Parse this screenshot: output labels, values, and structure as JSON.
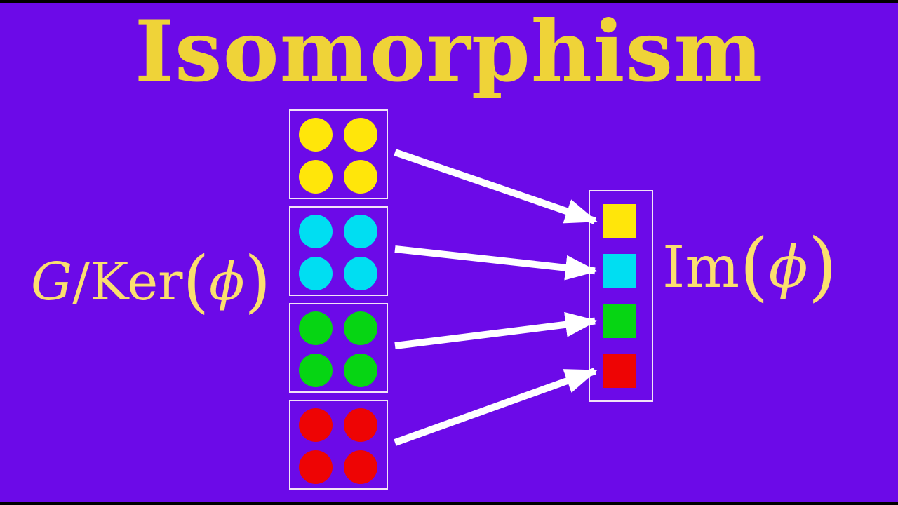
{
  "title": "Isomorphism",
  "left_label": {
    "numerator": "G",
    "slash": "/",
    "ker": "Ker",
    "open_paren": "(",
    "phi": "ϕ",
    "close_paren": ")"
  },
  "right_label": {
    "im": "Im",
    "open_paren": "(",
    "phi": "ϕ",
    "close_paren": ")"
  },
  "colors": {
    "background": "#6C0AE8",
    "frame_bar": "#000000",
    "title_text": "#EFD338",
    "label_text": "#FBDF6F",
    "box_border": "#F3E3F7",
    "arrow": "#FFFFFF"
  },
  "domain_cosets": [
    {
      "name": "coset-yellow",
      "color": "#FFE60A",
      "dots": 4
    },
    {
      "name": "coset-cyan",
      "color": "#00DEF2",
      "dots": 4
    },
    {
      "name": "coset-green",
      "color": "#06D513",
      "dots": 4
    },
    {
      "name": "coset-red",
      "color": "#EE0404",
      "dots": 4
    }
  ],
  "image_elements": [
    {
      "name": "image-yellow",
      "color": "#FFE60A"
    },
    {
      "name": "image-cyan",
      "color": "#00DEF2"
    },
    {
      "name": "image-green",
      "color": "#06D513"
    },
    {
      "name": "image-red",
      "color": "#EE0404"
    }
  ],
  "mapping": [
    {
      "from": "coset-yellow",
      "to": "image-yellow"
    },
    {
      "from": "coset-cyan",
      "to": "image-cyan"
    },
    {
      "from": "coset-green",
      "to": "image-green"
    },
    {
      "from": "coset-red",
      "to": "image-red"
    }
  ]
}
